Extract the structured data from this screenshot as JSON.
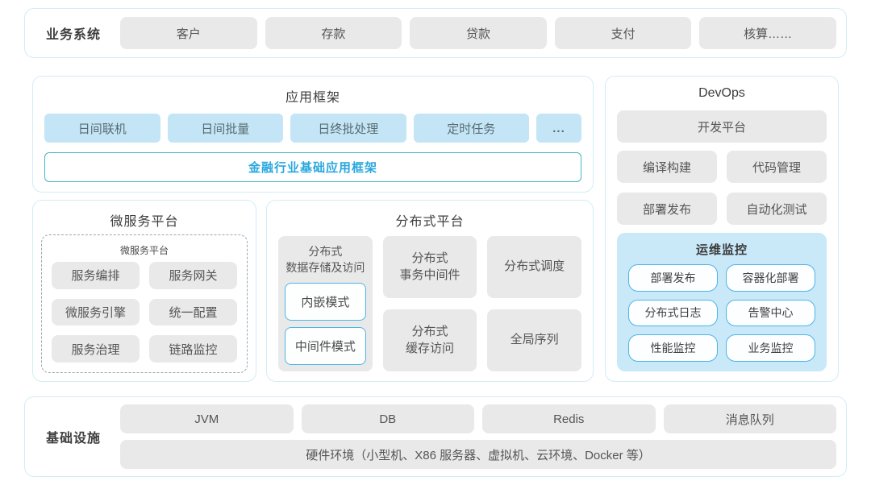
{
  "colors": {
    "container_border": "#d2ecf7",
    "gray_box": "#e9e9e9",
    "blue_box": "#c3e5f6",
    "monitor_bg": "#c9e8f8",
    "accent_border": "#4db5e8",
    "teal_border": "#44b8c8",
    "blue_text": "#2aa7de",
    "text": "#555555",
    "title": "#3d3d3d"
  },
  "business": {
    "label": "业务系统",
    "items": [
      "客户",
      "存款",
      "贷款",
      "支付",
      "核算……"
    ]
  },
  "app_framework": {
    "title": "应用框架",
    "items": [
      "日间联机",
      "日间批量",
      "日终批处理",
      "定时任务"
    ],
    "ellipsis": "...",
    "base": "金融行业基础应用框架"
  },
  "microservice": {
    "title": "微服务平台",
    "inner_title": "微服务平台",
    "items": [
      "服务编排",
      "服务网关",
      "微服务引擎",
      "统一配置",
      "服务治理",
      "链路监控"
    ]
  },
  "distributed": {
    "title": "分布式平台",
    "storage": {
      "title": "分布式\n数据存储及访问",
      "modes": [
        "内嵌模式",
        "中间件模式"
      ]
    },
    "middle_items": [
      "分布式\n事务中间件",
      "分布式\n缓存访问"
    ],
    "right_items": [
      "分布式调度",
      "全局序列"
    ]
  },
  "devops": {
    "title": "DevOps",
    "platform": "开发平台",
    "items": [
      "编译构建",
      "代码管理",
      "部署发布",
      "自动化测试"
    ],
    "monitor": {
      "title": "运维监控",
      "items": [
        "部署发布",
        "容器化部署",
        "分布式日志",
        "告警中心",
        "性能监控",
        "业务监控"
      ]
    }
  },
  "infrastructure": {
    "label": "基础设施",
    "items": [
      "JVM",
      "DB",
      "Redis",
      "消息队列"
    ],
    "hardware": "硬件环境（小型机、X86 服务器、虚拟机、云环境、Docker 等）"
  }
}
